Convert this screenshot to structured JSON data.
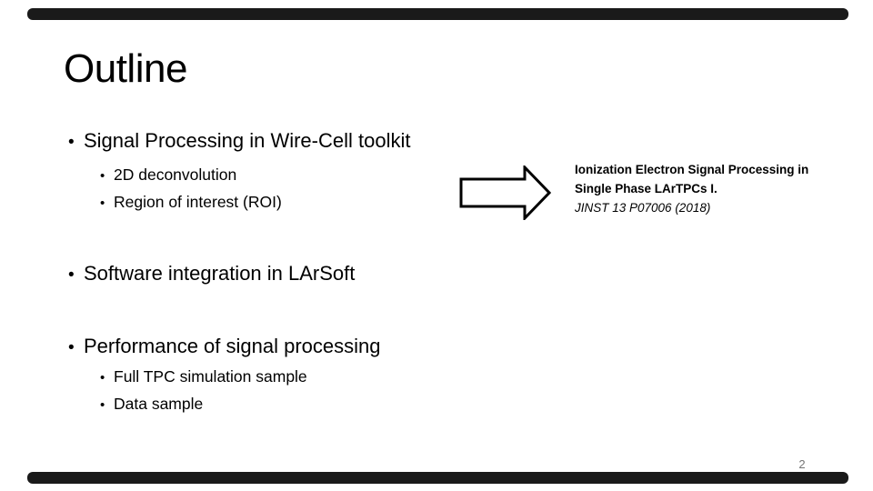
{
  "slide": {
    "title": "Outline",
    "bullet_char": "•",
    "bullets": [
      {
        "level": 1,
        "text": "Signal Processing in Wire-Cell toolkit"
      },
      {
        "level": 2,
        "text": "2D deconvolution"
      },
      {
        "level": 2,
        "text": "Region of interest (ROI)"
      },
      {
        "level": 1,
        "text": "Software integration in LArSoft"
      },
      {
        "level": 1,
        "text": "Performance of signal processing"
      },
      {
        "level": 2,
        "text": "Full TPC simulation sample"
      },
      {
        "level": 2,
        "text": "Data sample"
      }
    ],
    "reference": {
      "line1": "Ionization Electron Signal Processing in",
      "line2": "Single Phase LArTPCs I.",
      "line3": "JINST 13 P07006 (2018)"
    },
    "page_number": "2",
    "colors": {
      "bar": "#1a1a1a",
      "text": "#000000",
      "page_number": "#757575",
      "arrow_fill": "#ffffff",
      "arrow_stroke": "#000000"
    }
  }
}
